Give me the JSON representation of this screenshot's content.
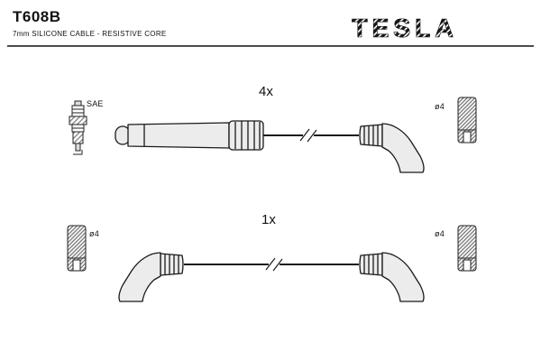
{
  "header": {
    "part_number": "T608B",
    "subtitle": "7mm SILICONE CABLE - RESISTIVE CORE",
    "brand": "TESLA"
  },
  "colors": {
    "line": "#1a1a1a",
    "boot_fill": "#ececec",
    "background": "#ffffff"
  },
  "diagram": {
    "row1": {
      "quantity": "4x",
      "plug_standard_label": "SAE",
      "terminal_diameter_label": "ø4"
    },
    "row2": {
      "quantity": "1x",
      "left_terminal_diameter_label": "ø4",
      "right_terminal_diameter_label": "ø4"
    }
  }
}
